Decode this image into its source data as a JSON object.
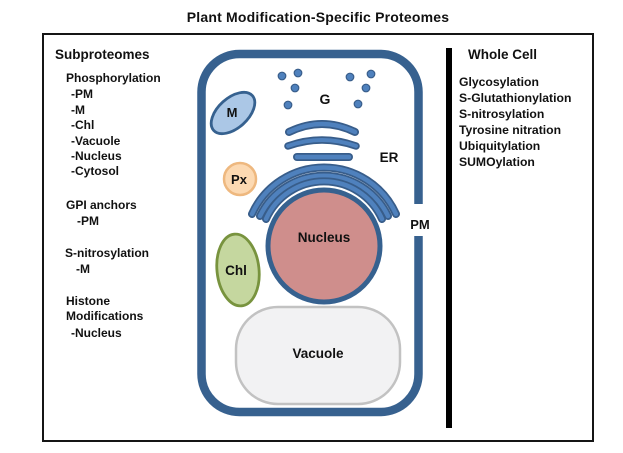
{
  "title": "Plant Modification-Specific Proteomes",
  "subproteomes": {
    "heading": "Subproteomes",
    "groups": [
      {
        "name": "Phosphorylation",
        "items": [
          "-PM",
          "-M",
          "-Chl",
          "-Vacuole",
          "-Nucleus",
          "-Cytosol"
        ]
      },
      {
        "name": "GPI anchors",
        "items": [
          "-PM"
        ]
      },
      {
        "name": "S-nitrosylation",
        "items": [
          "-M"
        ]
      },
      {
        "name": "Histone Modifications",
        "items": [
          "-Nucleus"
        ]
      }
    ]
  },
  "whole_cell": {
    "heading": "Whole Cell",
    "items": [
      "Glycosylation",
      "S-Glutathionylation",
      "S-nitrosylation",
      "Tyrosine nitration",
      "Ubiquitylation",
      "SUMOylation"
    ]
  },
  "cell": {
    "labels": {
      "mitochondrion": "M",
      "golgi": "G",
      "er": "ER",
      "peroxisome": "Px",
      "chloroplast": "Chl",
      "nucleus": "Nucleus",
      "vacuole": "Vacuole",
      "plasma_membrane": "PM"
    }
  },
  "colors": {
    "membrane_blue": "#37618f",
    "organelle_blue": "#4f81bd",
    "organelle_blue_dark": "#385d8a",
    "mitochondrion_fill": "#abc7e6",
    "peroxisome_fill": "#fcd9b2",
    "peroxisome_border": "#eeb87f",
    "chloroplast_fill": "#c5d79f",
    "chloroplast_border": "#78933e",
    "nucleus_fill": "#cf8e8c",
    "vacuole_fill": "#f2f2f3",
    "vacuole_border": "#c2c2c2",
    "separator_bar": "#000000",
    "box_border": "#151515"
  }
}
